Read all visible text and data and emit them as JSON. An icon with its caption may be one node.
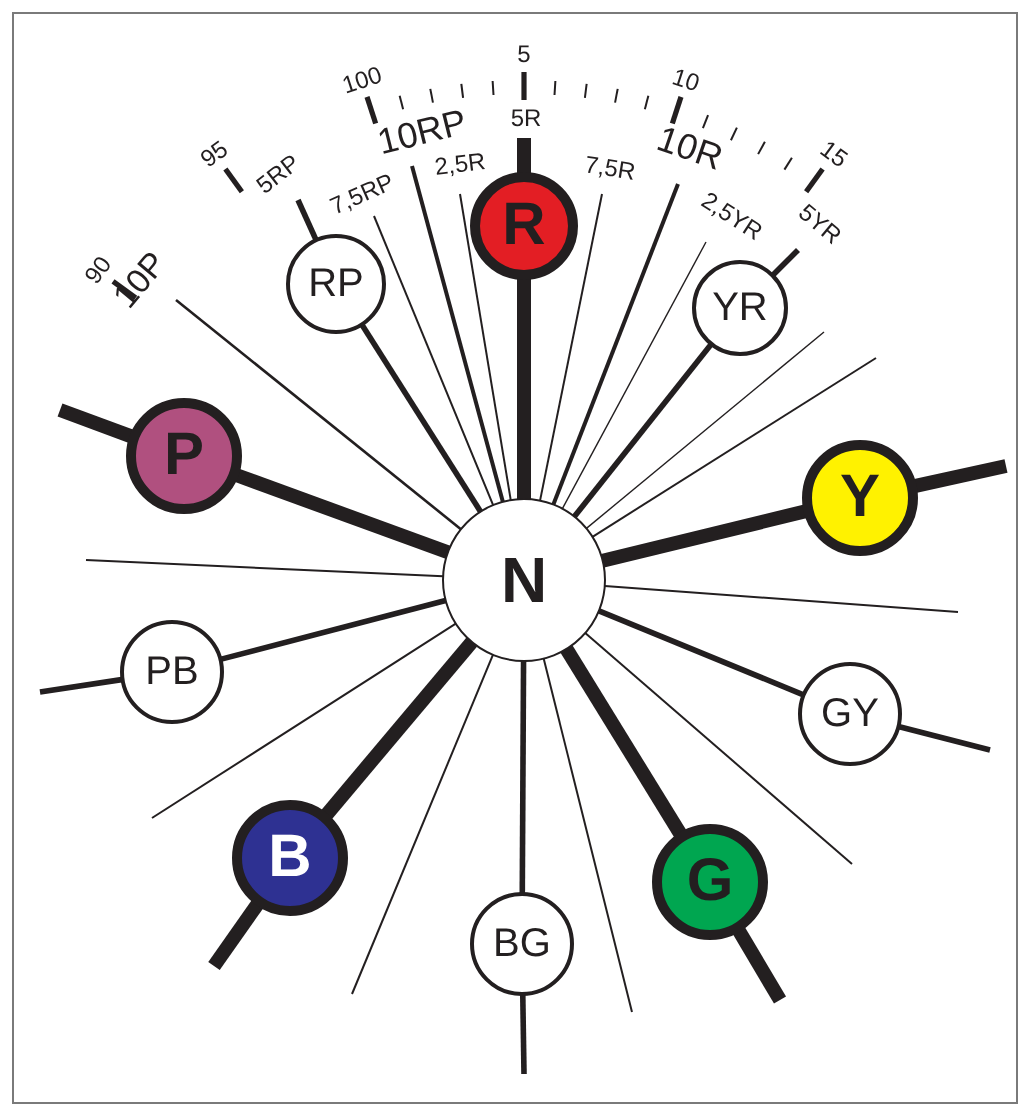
{
  "diagram": {
    "nodes": [
      {
        "text": [
          "N"
        ]
      },
      {
        "text": [
          "R"
        ]
      },
      {
        "text": [
          "YR"
        ]
      },
      {
        "text": [
          "Y"
        ]
      },
      {
        "text": [
          "GY"
        ]
      },
      {
        "text": [
          "G"
        ]
      },
      {
        "text": [
          "BG"
        ]
      },
      {
        "text": [
          "B"
        ]
      },
      {
        "text": [
          "PB"
        ]
      },
      {
        "text": [
          "P"
        ]
      },
      {
        "text": [
          "RP"
        ]
      },
      {
        "text": [
          "10P"
        ]
      },
      {
        "text": [
          "5RP"
        ]
      },
      {
        "text": [
          "7,5RP"
        ]
      },
      {
        "text": [
          "10RP"
        ]
      },
      {
        "text": [
          "2,5R"
        ]
      },
      {
        "text": [
          "5R"
        ]
      },
      {
        "text": [
          "7,5R"
        ]
      },
      {
        "text": [
          "10R"
        ]
      },
      {
        "text": [
          "2,5YR"
        ]
      },
      {
        "text": [
          "5YR"
        ]
      }
    ],
    "edges": [
      {
        "from": 0,
        "to": 1,
        "arrow": "none",
        "style": "thick"
      },
      {
        "from": 0,
        "to": 2,
        "arrow": "none"
      },
      {
        "from": 0,
        "to": 3,
        "arrow": "none",
        "style": "thick"
      },
      {
        "from": 0,
        "to": 4,
        "arrow": "none"
      },
      {
        "from": 0,
        "to": 5,
        "arrow": "none",
        "style": "thick"
      },
      {
        "from": 0,
        "to": 6,
        "arrow": "none"
      },
      {
        "from": 0,
        "to": 7,
        "arrow": "none",
        "style": "thick"
      },
      {
        "from": 0,
        "to": 8,
        "arrow": "none"
      },
      {
        "from": 0,
        "to": 9,
        "arrow": "none",
        "style": "thick"
      },
      {
        "from": 0,
        "to": 10,
        "arrow": "none"
      },
      {
        "from": 1,
        "to": 16,
        "arrow": "none",
        "style": "thick"
      },
      {
        "from": 10,
        "to": 12,
        "arrow": "none"
      },
      {
        "from": 2,
        "to": 20,
        "arrow": "none"
      },
      {
        "from": 3,
        "to": null,
        "arrow": "none",
        "style": "thick"
      },
      {
        "from": 4,
        "to": null,
        "arrow": "none"
      },
      {
        "from": 5,
        "to": null,
        "arrow": "none",
        "style": "thick"
      },
      {
        "from": 6,
        "to": null,
        "arrow": "none"
      },
      {
        "from": 7,
        "to": null,
        "arrow": "none",
        "style": "thick"
      },
      {
        "from": 8,
        "to": null,
        "arrow": "none"
      },
      {
        "from": 9,
        "to": null,
        "arrow": "none",
        "style": "thick"
      },
      {
        "from": 0,
        "to": 11,
        "arrow": "none"
      },
      {
        "from": 0,
        "to": 13,
        "arrow": "none"
      },
      {
        "from": 0,
        "to": 14,
        "arrow": "none"
      },
      {
        "from": 0,
        "to": 15,
        "arrow": "none"
      },
      {
        "from": 0,
        "to": 17,
        "arrow": "none"
      },
      {
        "from": 0,
        "to": 18,
        "arrow": "none"
      },
      {
        "from": 0,
        "to": 19,
        "arrow": "none"
      },
      {
        "from": 0,
        "to": null,
        "arrow": "none"
      },
      {
        "from": 0,
        "to": null,
        "arrow": "none"
      },
      {
        "from": 0,
        "to": null,
        "arrow": "none"
      },
      {
        "from": 0,
        "to": null,
        "arrow": "none"
      },
      {
        "from": 0,
        "to": null,
        "arrow": "none"
      },
      {
        "from": 0,
        "to": null,
        "arrow": "none"
      },
      {
        "from": 0,
        "to": null,
        "arrow": "none"
      },
      {
        "from": 0,
        "to": null,
        "arrow": "none"
      }
    ],
    "labels": [
      "90",
      "95",
      "100",
      "5",
      "10",
      "15"
    ]
  }
}
